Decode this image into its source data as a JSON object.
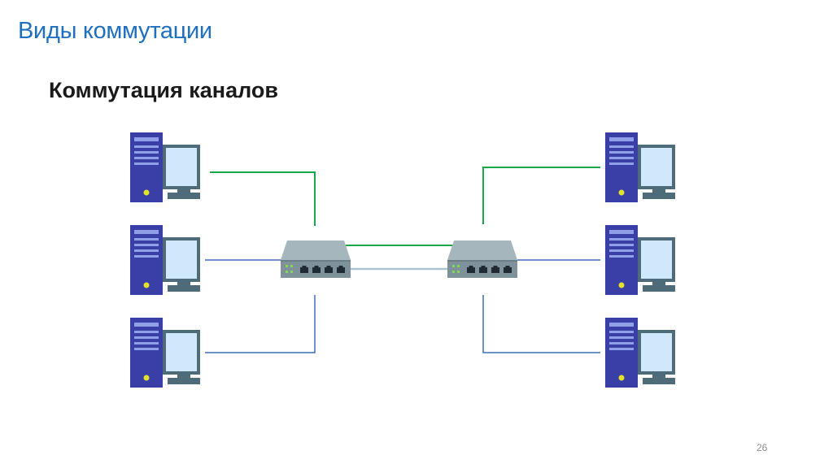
{
  "slide": {
    "title": "Виды коммутации",
    "subtitle": "Коммутация каналов",
    "page_number": "26"
  },
  "diagram": {
    "nodes": [
      {
        "id": "pc-left-1",
        "kind": "computer"
      },
      {
        "id": "pc-left-2",
        "kind": "computer"
      },
      {
        "id": "pc-left-3",
        "kind": "computer"
      },
      {
        "id": "switch-left",
        "kind": "switch"
      },
      {
        "id": "switch-right",
        "kind": "switch"
      },
      {
        "id": "pc-right-1",
        "kind": "computer"
      },
      {
        "id": "pc-right-2",
        "kind": "computer"
      },
      {
        "id": "pc-right-3",
        "kind": "computer"
      }
    ],
    "links": [
      {
        "from": "pc-left-1",
        "to": "switch-left",
        "state": "active"
      },
      {
        "from": "pc-left-2",
        "to": "switch-left",
        "state": "idle"
      },
      {
        "from": "pc-left-3",
        "to": "switch-left",
        "state": "idle"
      },
      {
        "from": "switch-left",
        "to": "switch-right",
        "state": "active"
      },
      {
        "from": "switch-left",
        "to": "switch-right",
        "state": "idle"
      },
      {
        "from": "switch-right",
        "to": "pc-right-1",
        "state": "active"
      },
      {
        "from": "switch-right",
        "to": "pc-right-2",
        "state": "idle"
      },
      {
        "from": "switch-right",
        "to": "pc-right-3",
        "state": "idle"
      }
    ],
    "colors": {
      "active_link": "#1aa64a",
      "idle_link": "#3f6fb5",
      "trunk_idle_link": "#a9c3cf",
      "tower": "#3a3fa8",
      "monitor_frame": "#4e6b7a",
      "monitor_screen": "#cfe8fb",
      "switch_body": "#7f929b",
      "switch_top": "#a6b6bd",
      "power_led": "#e4e227",
      "port_led": "#7ed957"
    }
  }
}
